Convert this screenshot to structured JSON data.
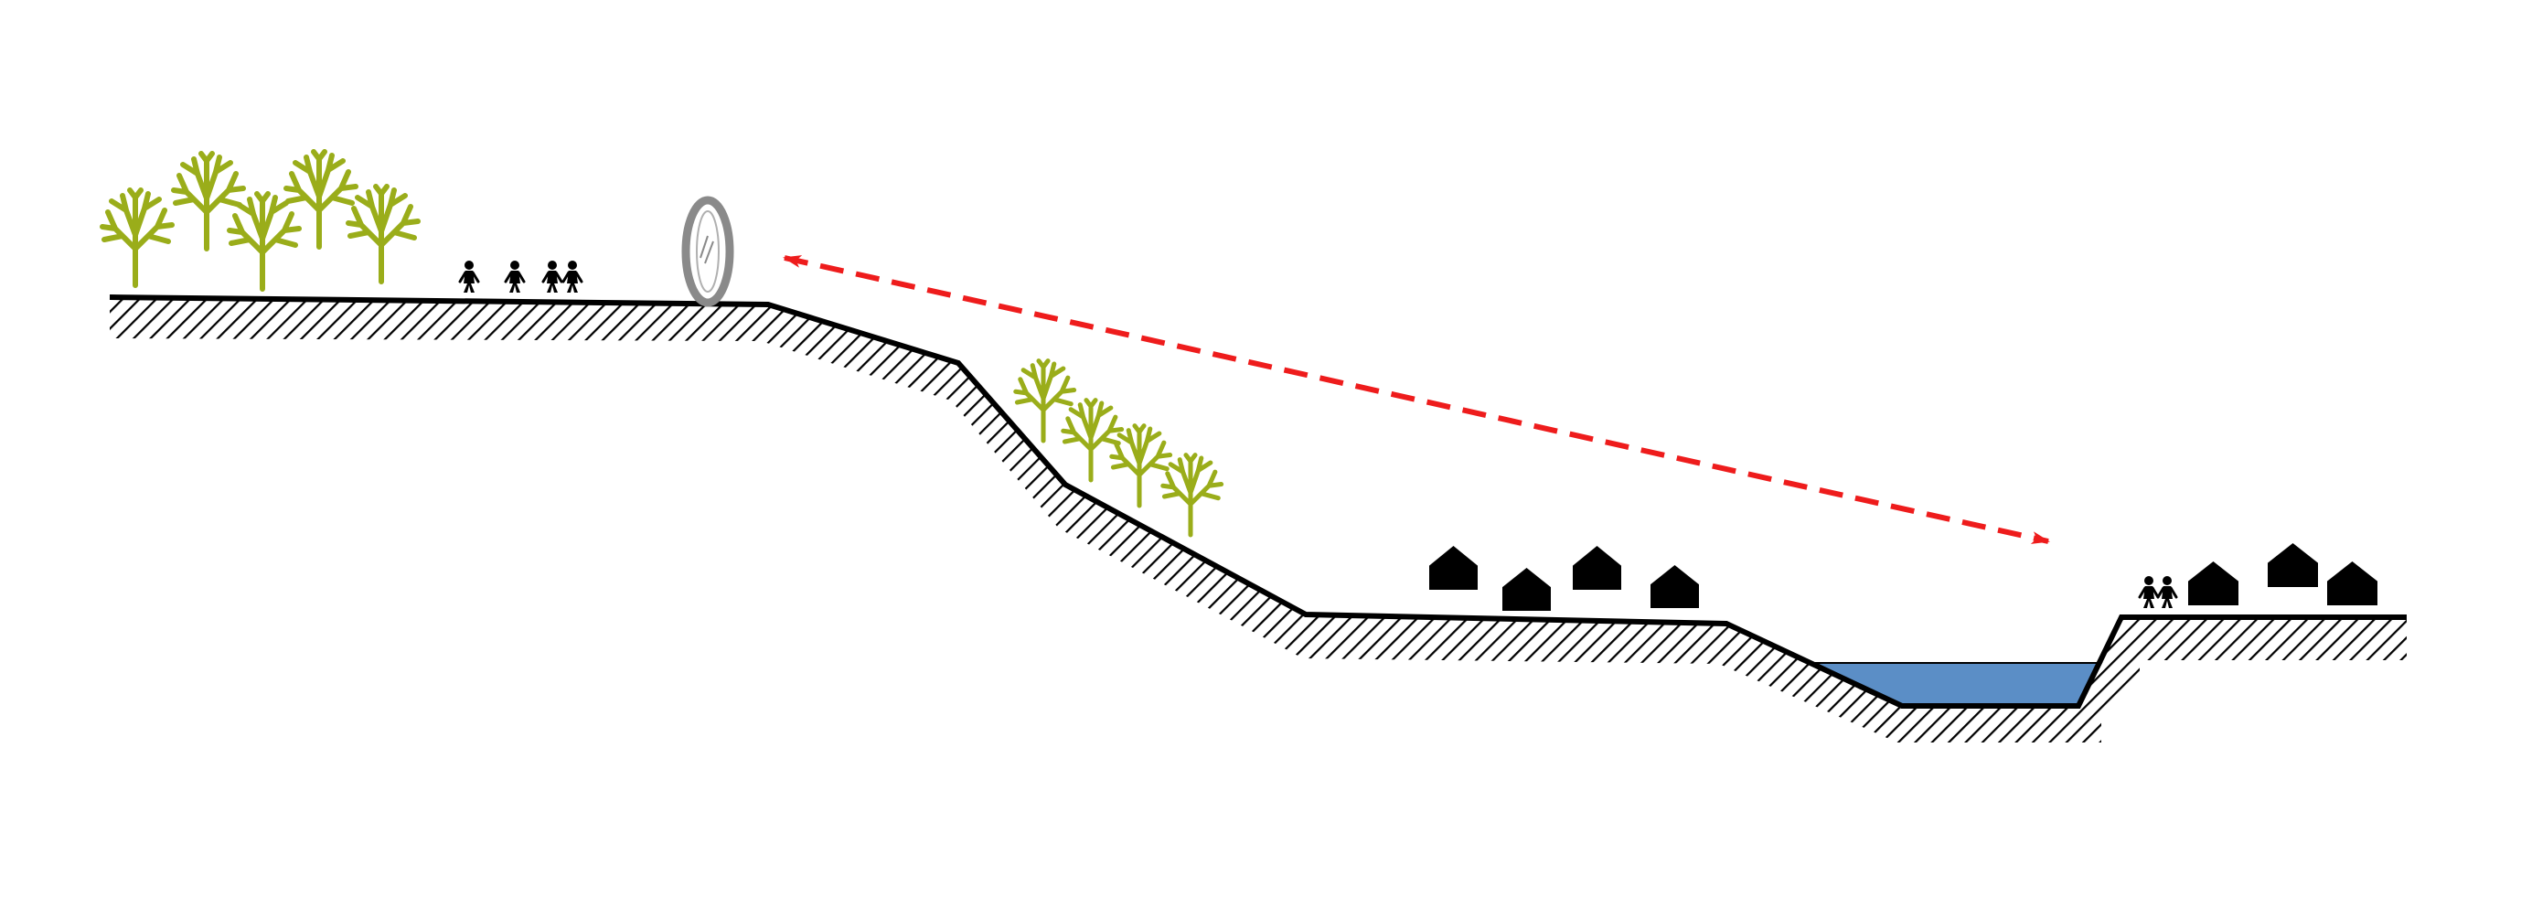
{
  "diagram": {
    "type": "terrain-cross-section",
    "colors": {
      "ground_line": "#000000",
      "hatch": "#000000",
      "tree": "#9aad1a",
      "water": "#5b8ec6",
      "sight_arrow": "#ee1c1c",
      "lens": "#8a8a8a",
      "house": "#000000",
      "person": "#000000"
    },
    "icons": [
      "tree-icon",
      "person-icon",
      "lens-icon",
      "house-icon"
    ],
    "elements": {
      "upper_plateau_trees": 5,
      "upper_plateau_people": 4,
      "slope_trees": 4,
      "lowland_houses": 4,
      "right_bank_people": 2,
      "right_bank_houses": 3
    },
    "sight_line": {
      "style": "dashed",
      "heads": "both"
    },
    "river": {
      "present": true
    }
  }
}
